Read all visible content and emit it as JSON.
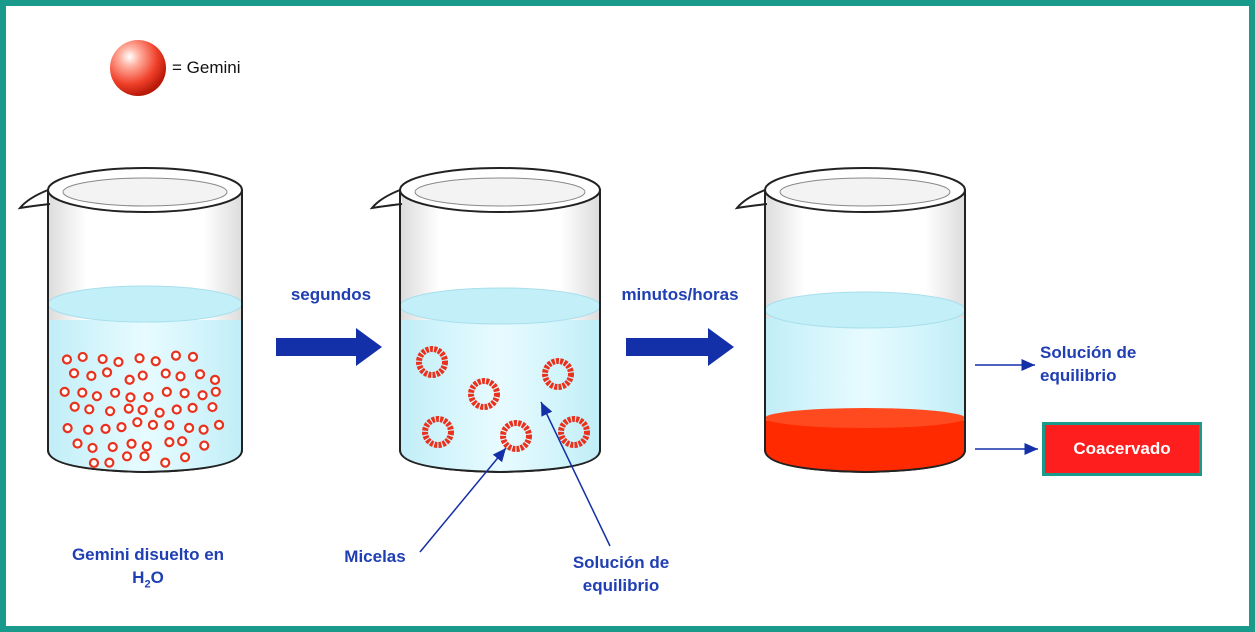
{
  "legend": {
    "label": "= Gemini",
    "icon": "gemini-sphere-icon"
  },
  "arrows": {
    "first": "segundos",
    "second": "minutos/horas"
  },
  "beaker1": {
    "caption_main": "Gemini disuelto en",
    "caption_h": "H",
    "caption_sub": "2",
    "caption_o": "O"
  },
  "beaker2": {
    "micelas": "Micelas",
    "solucion_line1": "Solución de",
    "solucion_line2": "equilibrio"
  },
  "beaker3": {
    "solucion_line1": "Solución de",
    "solucion_line2": "equilibrio",
    "coacervado": "Coacervado"
  },
  "colors": {
    "frame": "#1a9a8a",
    "text": "#1f3fb3",
    "arrow": "#1430a8",
    "gemini": "#e8321e",
    "coacervate": "#ff2a00",
    "liquid": "#c9f0f8"
  }
}
